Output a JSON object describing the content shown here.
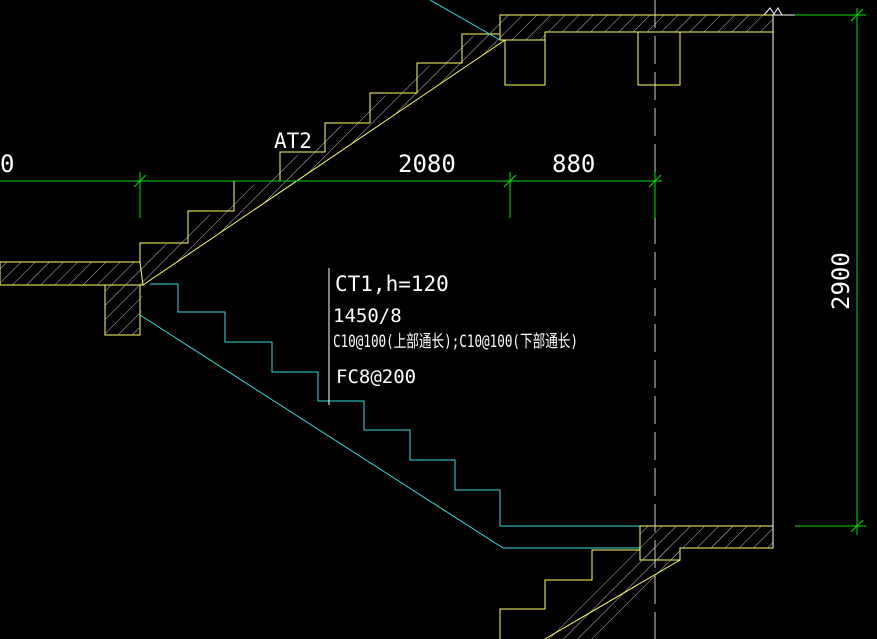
{
  "colors": {
    "background": "#000000",
    "stair_outline": "#ffff66",
    "stair_lower_flight": "#33dddd",
    "dimension": "#00dd00",
    "hatch": "#bbbbbb",
    "axis_line": "#cccccc",
    "text": "#ffffff"
  },
  "labels": {
    "stair_name": "AT2",
    "dim_partial_left": "0",
    "dim_flight_length": "2080",
    "dim_landing_length": "880",
    "dim_height": "2900"
  },
  "stair_annotation": {
    "line1": "CT1,h=120",
    "line2": "1450/8",
    "line3": "C10@100(上部通长);C10@100(下部通长)",
    "line4": "FC8@200"
  },
  "icons": {
    "break_mark": "zigzag-break-icon"
  }
}
